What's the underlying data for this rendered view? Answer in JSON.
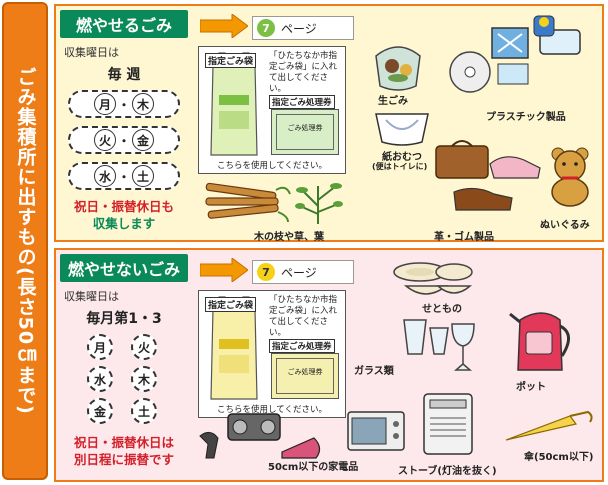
{
  "sidebar": {
    "title": "ごみ集積所に出すもの(長さ50㎝まで)"
  },
  "burnable": {
    "title": "燃やせるごみ",
    "schedule_label": "収集曜日は",
    "schedule_head": "毎 週",
    "pairs": [
      [
        "月",
        "木"
      ],
      [
        "火",
        "金"
      ],
      [
        "水",
        "土"
      ]
    ],
    "holiday_note_1": "祝日・振替休日も",
    "holiday_note_2": "収集します",
    "page_ref": "ページ",
    "page_num": "7",
    "bag_label": "指定ごみ袋",
    "bag_desc": "「ひたちなか市指定ごみ袋」に入れて出してください。",
    "ticket_label": "指定ごみ処理券",
    "ticket_text": "ごみ処理券",
    "use_note": "こちらを使用してください。",
    "items": {
      "kitchen": "生ごみ",
      "plastic": "プラスチック製品",
      "diaper": "紙おむつ",
      "diaper_note": "(便はトイレに)",
      "branches": "木の枝や草、葉",
      "leather": "革・ゴム製品",
      "plush": "ぬいぐるみ"
    }
  },
  "nonburnable": {
    "title": "燃やせないごみ",
    "schedule_label": "収集曜日は",
    "schedule_head": "毎月第1・3",
    "days": [
      "月",
      "火",
      "水",
      "木",
      "金",
      "土"
    ],
    "holiday_note_1": "祝日・振替休日は",
    "holiday_note_2": "別日程に振替です",
    "page_ref": "ページ",
    "page_num": "7",
    "bag_label": "指定ごみ袋",
    "bag_desc": "「ひたちなか市指定ごみ袋」に入れて出してください。",
    "ticket_label": "指定ごみ処理券",
    "ticket_text": "ごみ処理券",
    "use_note": "こちらを使用してください。",
    "items": {
      "ceramics": "せともの",
      "glass": "ガラス類",
      "pot": "ポット",
      "appliances": "50cm以下の家電品",
      "stove": "ストーブ(灯油を抜く)",
      "umbrella": "傘(50cm以下)"
    }
  },
  "colors": {
    "orange": "#ee7d17",
    "green": "#0a8a5a",
    "red": "#d3202a",
    "cream": "#fff7d2",
    "pink": "#fde8ec"
  }
}
